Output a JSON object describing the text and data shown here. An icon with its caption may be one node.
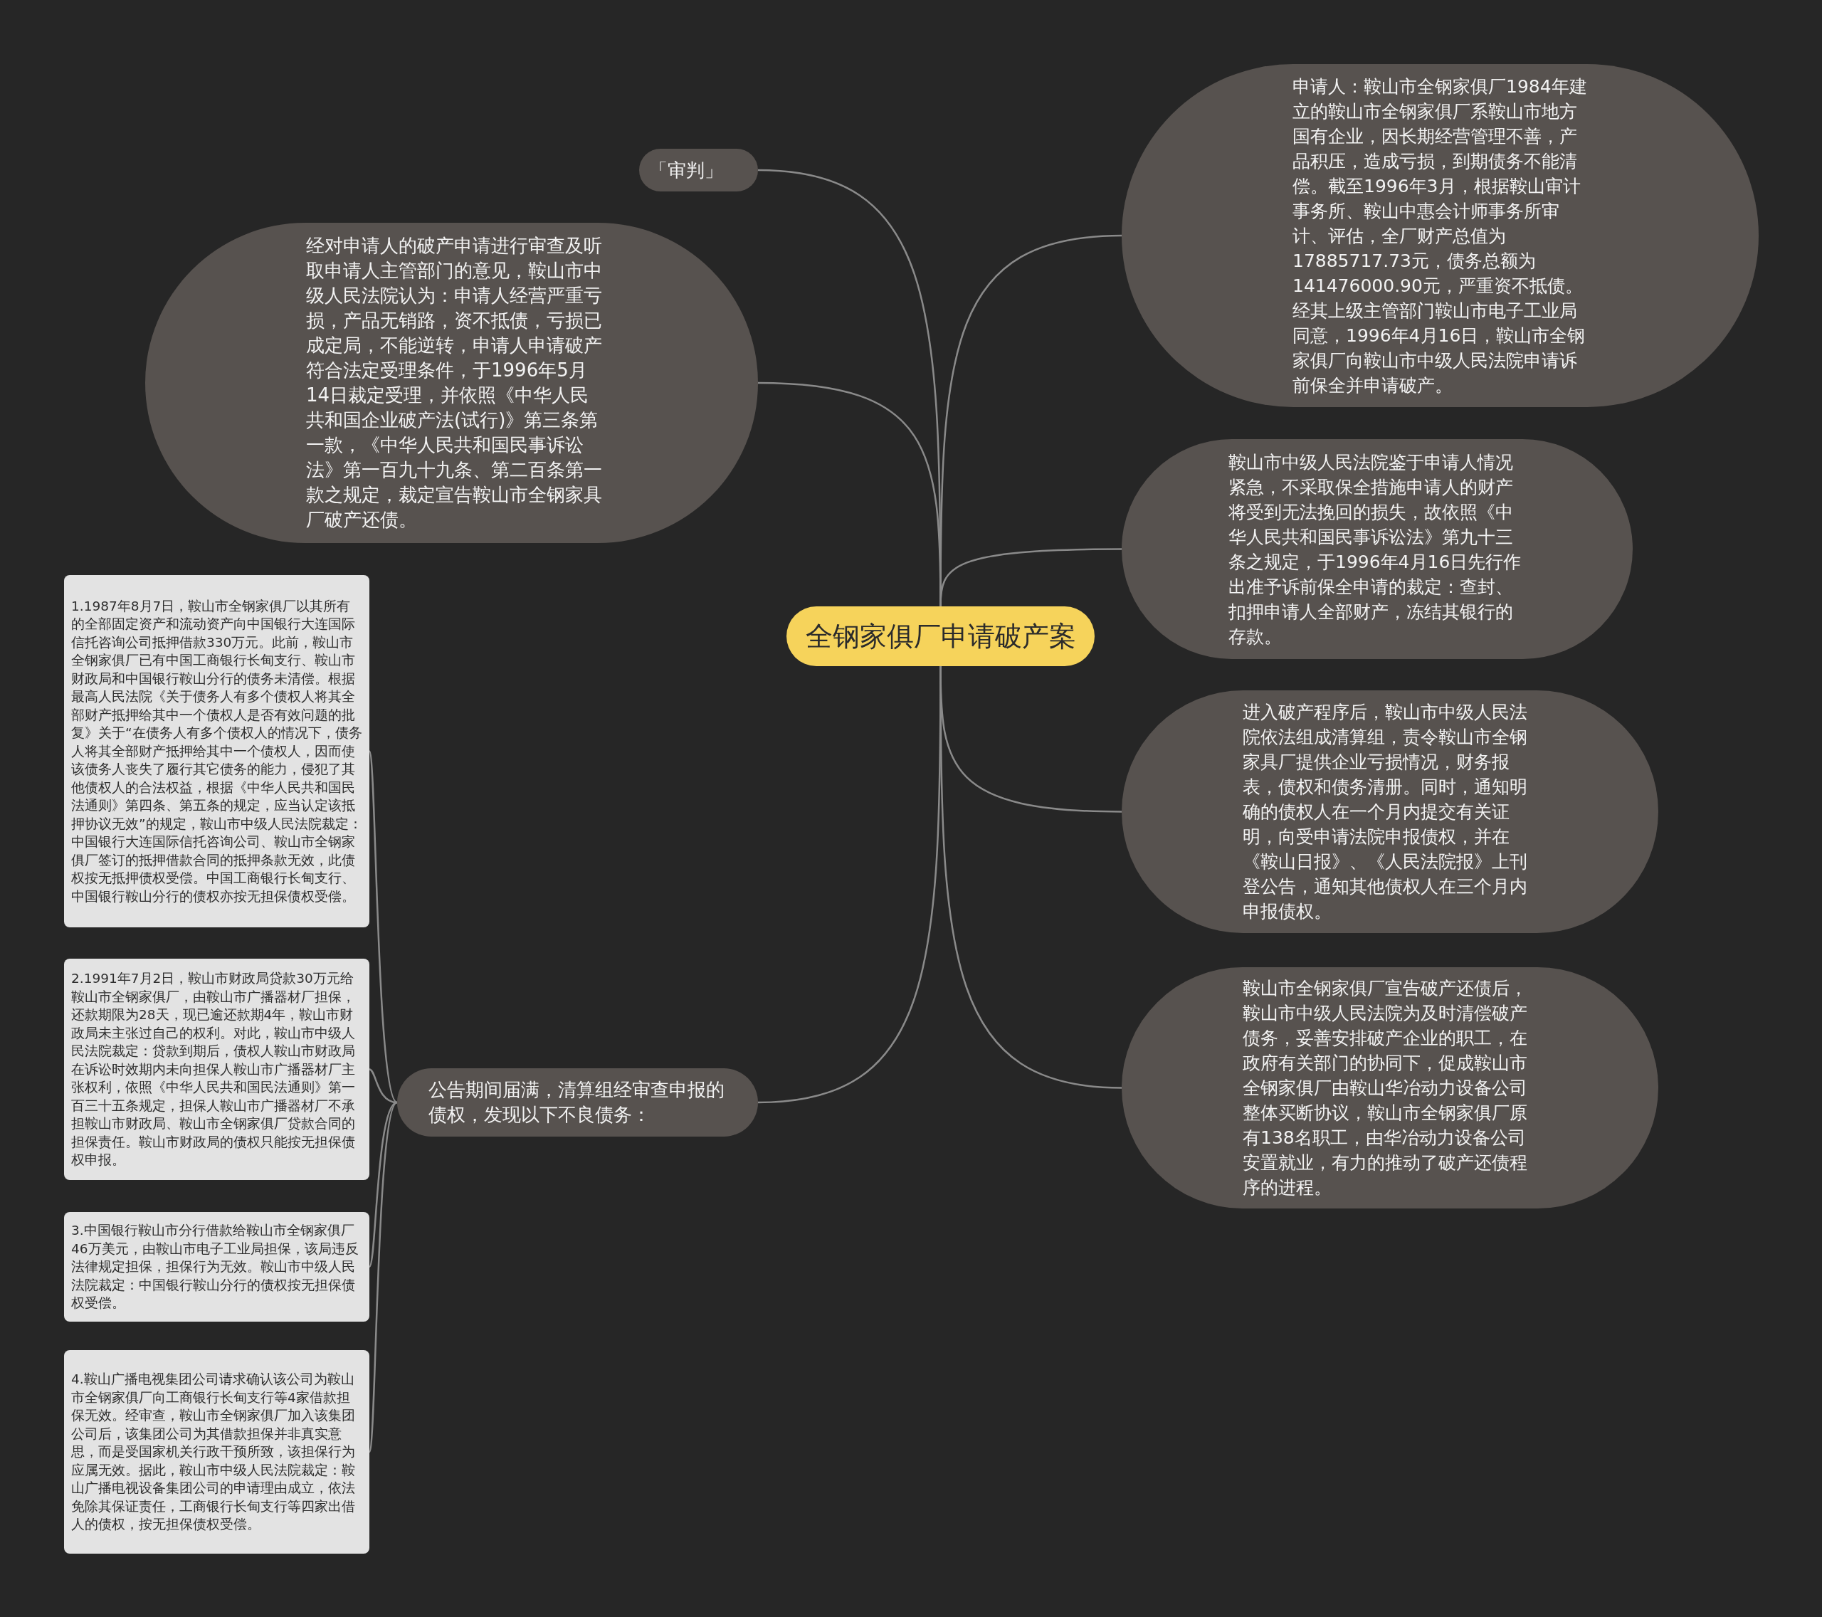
{
  "diagram": {
    "nodes": [
      {
        "text": [
          "全钢家俱厂申请破产案"
        ]
      },
      {
        "text": [
          "「审判」"
        ]
      },
      {
        "text": [
          "经对申请人的破产申请进行审查及听取申请人主管部门的意见，鞍山市中级人民法院认为：申请人经营严重亏损，产品无销路，资不抵债，亏损已成定局，不能逆转，申请人申请破产符合法定受理条件，于1996年5月14日裁定受理，并依照《中华人民共和国企业破产法(试行)》第三条第一款，《中华人民共和国民事诉讼法》第一百九十九条、第二百条第一款之规定，裁定宣告鞍山市全钢家具厂破产还债。"
        ]
      },
      {
        "text": [
          "公告期间届满，清算组经审查申报的债权，发现以下不良债务："
        ]
      },
      {
        "text": [
          "1.1987年8月7日，鞍山市全钢家俱厂以其所有的全部固定资产和流动资产向中国银行大连国际信托咨询公司抵押借款330万元。此前，鞍山市全钢家俱厂已有中国工商银行长甸支行、鞍山市财政局和中国银行鞍山分行的债务未清偿。根据最高人民法院《关于债务人有多个债权人将其全部财产抵押给其中一个债权人是否有效问题的批复》关于“在债务人有多个债权人的情况下，债务人将其全部财产抵押给其中一个债权人，因而使该债务人丧失了履行其它债务的能力，侵犯了其他债权人的合法权益，根据《中华人民共和国民法通则》第四条、第五条的规定，应当认定该抵押协议无效”的规定，鞍山市中级人民法院裁定：中国银行大连国际信托咨询公司、鞍山市全钢家俱厂签订的抵押借款合同的抵押条款无效，此债权按无抵押债权受偿。中国工商银行长甸支行、中国银行鞍山分行的债权亦按无担保债权受偿。"
        ]
      },
      {
        "text": [
          "2.1991年7月2日，鞍山市财政局贷款30万元给鞍山市全钢家俱厂，由鞍山市广播器材厂担保，还款期限为28天，现已逾还款期4年，鞍山市财政局未主张过自己的权利。对此，鞍山市中级人民法院裁定：贷款到期后，债权人鞍山市财政局在诉讼时效期内未向担保人鞍山市广播器材厂主张权利，依照《中华人民共和国民法通则》第一百三十五条规定，担保人鞍山市广播器材厂不承担鞍山市财政局、鞍山市全钢家俱厂贷款合同的担保责任。鞍山市财政局的债权只能按无担保债权申报。"
        ]
      },
      {
        "text": [
          "3.中国银行鞍山市分行借款给鞍山市全钢家俱厂46万美元，由鞍山市电子工业局担保，该局违反法律规定担保，担保行为无效。鞍山市中级人民法院裁定：中国银行鞍山分行的债权按无担保债权受偿。"
        ]
      },
      {
        "text": [
          "4.鞍山广播电视集团公司请求确认该公司为鞍山市全钢家俱厂向工商银行长甸支行等4家借款担保无效。经审查，鞍山市全钢家俱厂加入该集团公司后，该集团公司为其借款担保并非真实意思，而是受国家机关行政干预所致，该担保行为应属无效。据此，鞍山市中级人民法院裁定：鞍山广播电视设备集团公司的申请理由成立，依法免除其保证责任，工商银行长甸支行等四家出借人的债权，按无担保债权受偿。"
        ]
      },
      {
        "text": [
          "申请人：鞍山市全钢家俱厂1984年建立的鞍山市全钢家俱厂系鞍山市地方国有企业，因长期经营管理不善，产品积压，造成亏损，到期债务不能清偿。截至1996年3月，根据鞍山审计事务所、鞍山中惠会计师事务所审计、评估，全厂财产总值为17885717.73元，债务总额为141476000.90元，严重资不抵债。经其上级主管部门鞍山市电子工业局同意，1996年4月16日，鞍山市全钢家俱厂向鞍山市中级人民法院申请诉前保全并申请破产。"
        ]
      },
      {
        "text": [
          "鞍山市中级人民法院鉴于申请人情况紧急，不采取保全措施申请人的财产将受到无法挽回的损失，故依照《中华人民共和国民事诉讼法》第九十三条之规定，于1996年4月16日先行作出准予诉前保全申请的裁定：查封、扣押申请人全部财产，冻结其银行的存款。"
        ]
      },
      {
        "text": [
          "进入破产程序后，鞍山市中级人民法院依法组成清算组，责令鞍山市全钢家具厂提供企业亏损情况，财务报表，债权和债务清册。同时，通知明确的债权人在一个月内提交有关证明，向受申请法院申报债权，并在《鞍山日报》、《人民法院报》上刊登公告，通知其他债权人在三个月内申报债权。"
        ]
      },
      {
        "text": [
          "鞍山市全钢家俱厂宣告破产还债后，鞍山市中级人民法院为及时清偿破产债务，妥善安排破产企业的职工，在政府有关部门的协同下，促成鞍山市全钢家俱厂由鞍山华冶动力设备公司整体买断协议，鞍山市全钢家俱厂原有138名职工，由华冶动力设备公司安置就业，有力的推动了破产还债程序的进程。"
        ]
      }
    ],
    "edges": [
      {
        "from": 0,
        "to": 1,
        "arrow": "none"
      },
      {
        "from": 0,
        "to": 2,
        "arrow": "none"
      },
      {
        "from": 0,
        "to": 3,
        "arrow": "none"
      },
      {
        "from": 3,
        "to": 4,
        "arrow": "none"
      },
      {
        "from": 3,
        "to": 5,
        "arrow": "none"
      },
      {
        "from": 3,
        "to": 6,
        "arrow": "none"
      },
      {
        "from": 3,
        "to": 7,
        "arrow": "none"
      },
      {
        "from": 0,
        "to": 8,
        "arrow": "none"
      },
      {
        "from": 0,
        "to": 9,
        "arrow": "none"
      },
      {
        "from": 0,
        "to": 10,
        "arrow": "none"
      },
      {
        "from": 0,
        "to": 11,
        "arrow": "none"
      }
    ]
  }
}
